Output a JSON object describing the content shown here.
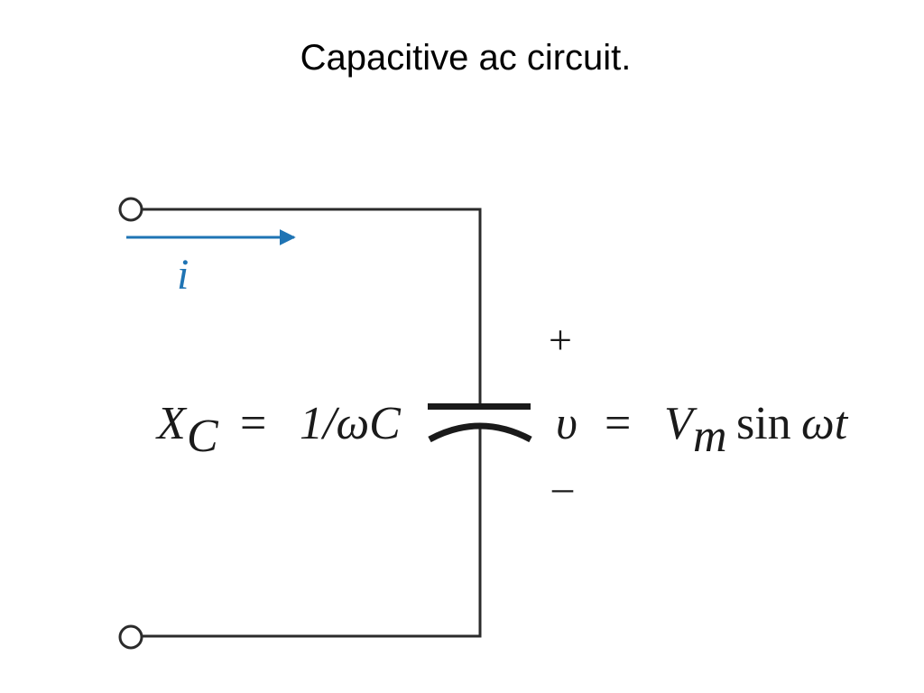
{
  "title": "Capacitive ac circuit.",
  "colors": {
    "wire": "#2b2b2b",
    "current_arrow": "#1f74b4"
  },
  "icons": {
    "terminal": "open-circle",
    "capacitor": "capacitor-symbol",
    "current_arrow": "right-arrow"
  },
  "labels": {
    "current": "i",
    "reactance": {
      "symbol": "X",
      "subscript": "C",
      "equals": "=",
      "rhs": "1/ωC"
    },
    "voltage": {
      "symbol": "υ",
      "equals": "=",
      "amplitude": "V",
      "amplitude_sub": "m",
      "func": "sin",
      "arg": "ωt"
    },
    "plus": "+",
    "minus": "–"
  }
}
